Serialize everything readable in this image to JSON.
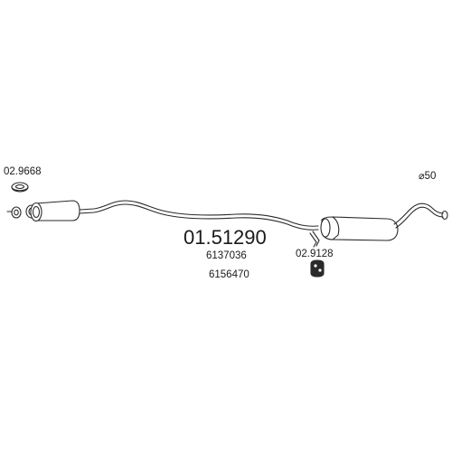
{
  "diagram": {
    "part_number": "01.51290",
    "oe_numbers": [
      "6137036",
      "6156470"
    ],
    "accessories": [
      {
        "id": "clamp-left",
        "code": "02.9668"
      },
      {
        "id": "hanger-right",
        "code": "02.9128"
      }
    ],
    "pipe_diameter": {
      "symbol": "⌀",
      "value": "50"
    },
    "colors": {
      "line": "#2a2a2a",
      "fill": "#ffffff",
      "text": "#1a1a1a"
    }
  }
}
